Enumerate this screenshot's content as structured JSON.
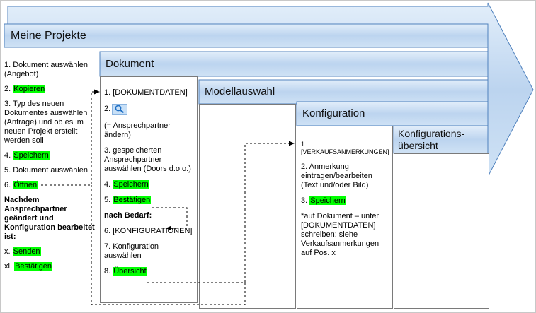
{
  "banners": {
    "meine_projekte": "Meine Projekte",
    "dokument": "Dokument",
    "modellauswahl": "Modellauswahl",
    "konfiguration": "Konfiguration",
    "konfig_uebersicht_line1": "Konfigurations-",
    "konfig_uebersicht_line2": "übersicht"
  },
  "icons": {
    "contact_lookup": "magnifier-icon"
  },
  "colors": {
    "highlight_green": "#00ff00",
    "banner_border": "#4f81bd",
    "banner_fill_light": "#e2eefa",
    "banner_fill_dark": "#bcd4ef",
    "box_border": "#7a7a7a",
    "connector": "#000000",
    "icon_blue": "#1f6fc4"
  },
  "meine_projekte_steps": {
    "s1": "1. Dokument auswählen (Angebot)",
    "s2_prefix": "2. ",
    "s2_action": "Kopieren",
    "s3": "3. Typ des neuen Dokumentes auswählen (Anfrage) und ob es im neuen Projekt erstellt werden soll",
    "s4_prefix": "4. ",
    "s4_action": "Speichern",
    "s5": "5. Dokument auswählen",
    "s6_prefix": "6. ",
    "s6_action": "Öffnen",
    "note": "Nachdem Ansprechpartner geändert und Konfiguration bearbeitet ist:",
    "sx_prefix": "x. ",
    "sx_action": "Senden",
    "sxi_prefix": "xi. ",
    "sxi_action": "Bestätigen"
  },
  "dokument_steps": {
    "s1": "1. [DOKUMENTDATEN]",
    "s2_prefix": "2.",
    "s2_caption": "(= Ansprechpartner ändern)",
    "s3": "3. gespeicherten Ansprechpartner auswählen (Doors d.o.o.)",
    "s4_prefix": "4. ",
    "s4_action": "Speichern",
    "s5_prefix": "5. ",
    "s5_action": "Bestätigen",
    "note": "nach Bedarf:",
    "s6": "6. [KONFIGURATIONEN]",
    "s7": "7. Konfiguration auswählen",
    "s8_prefix": "8. ",
    "s8_action": "Übersicht"
  },
  "konfiguration_steps": {
    "s1": "1. [VERKAUFSANMERKUNGEN]",
    "s2": "2. Anmerkung eintragen/bearbeiten (Text und/oder Bild)",
    "s3_prefix": "3. ",
    "s3_action": "Speichern",
    "note": "*auf Dokument – unter [DOKUMENTDATEN] schreiben: siehe Verkaufsanmerkungen auf Pos. x"
  }
}
